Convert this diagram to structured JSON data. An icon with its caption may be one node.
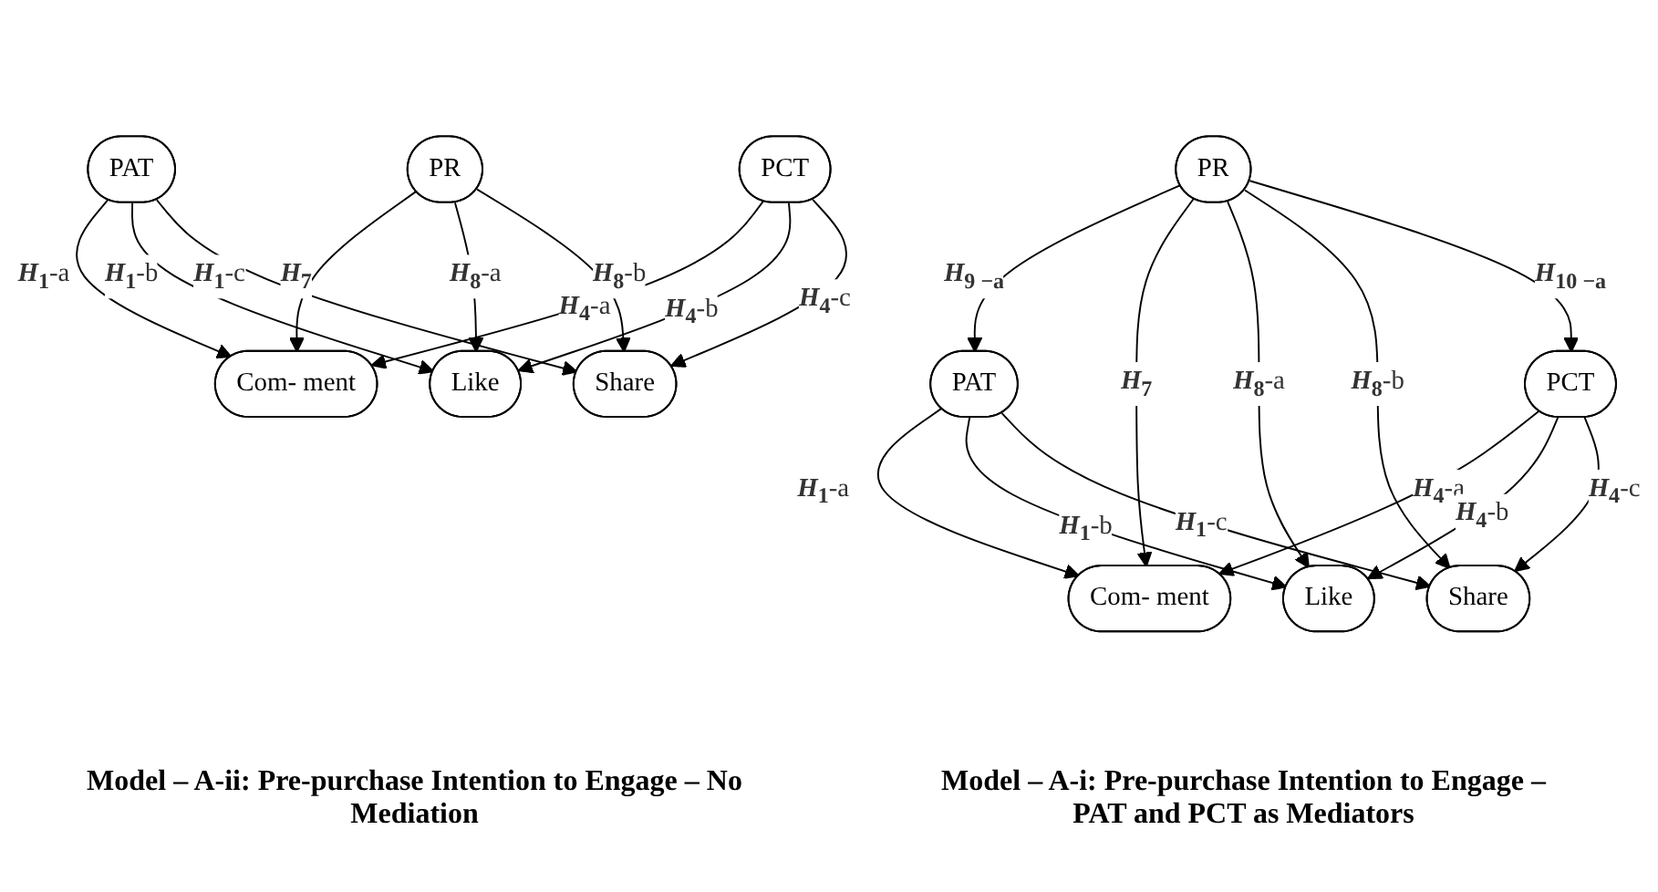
{
  "diagram": {
    "nodes": [
      {
        "text": [
          "PAT"
        ]
      },
      {
        "text": [
          "PR"
        ]
      },
      {
        "text": [
          "PCT"
        ]
      },
      {
        "text": [
          "Com- ment"
        ]
      },
      {
        "text": [
          "Like"
        ]
      },
      {
        "text": [
          "Share"
        ]
      },
      {
        "text": [
          "PAT"
        ]
      },
      {
        "text": [
          "PR"
        ]
      },
      {
        "text": [
          "PCT"
        ]
      },
      {
        "text": [
          "Com- ment"
        ]
      },
      {
        "text": [
          "Like"
        ]
      },
      {
        "text": [
          "Share"
        ]
      }
    ],
    "edges": [
      {
        "from": 0,
        "to": 3,
        "arrow": "to",
        "label": "**H**$_{1}$-a"
      },
      {
        "from": 0,
        "to": 4,
        "arrow": "to",
        "label": "**H**$_{1}$-b"
      },
      {
        "from": 0,
        "to": 5,
        "arrow": "to",
        "label": "**H**$_{1}$-c"
      },
      {
        "from": 1,
        "to": 0,
        "arrow": "to",
        "label": "**H**$_{9 −a}$"
      },
      {
        "from": 1,
        "to": 3,
        "arrow": "to",
        "label": "**H**$_{7}$"
      },
      {
        "from": 1,
        "to": 4,
        "arrow": "to",
        "label": "**H**$_{8}$-a"
      },
      {
        "from": 1,
        "to": 5,
        "arrow": "to",
        "label": "**H**$_{8}$-b"
      },
      {
        "from": 1,
        "to": 2,
        "arrow": "to",
        "label": "**H**$_{10 −a}$"
      },
      {
        "from": 2,
        "to": 3,
        "arrow": "to",
        "label": "**H**$_{4}$-a"
      },
      {
        "from": 2,
        "to": 4,
        "arrow": "to",
        "label": "**H**$_{4}$-b"
      },
      {
        "from": 2,
        "to": 5,
        "arrow": "to",
        "label": "**H**$_{4}$-c"
      },
      {
        "from": 6,
        "to": 9,
        "arrow": "to",
        "label": "**H**$_{1}$-a"
      },
      {
        "from": 6,
        "to": 10,
        "arrow": "to",
        "label": "**H**$_{1}$-b"
      },
      {
        "from": 6,
        "to": 11,
        "arrow": "to",
        "label": "**H**$_{1}$-c"
      },
      {
        "from": 7,
        "to": 9,
        "arrow": "to",
        "label": "**H**$_{7}$"
      },
      {
        "from": 7,
        "to": 10,
        "arrow": "to",
        "label": "**H**$_{8}$-a"
      },
      {
        "from": 7,
        "to": 11,
        "arrow": "to",
        "label": "**H**$_{8}$-b"
      },
      {
        "from": 8,
        "to": 9,
        "arrow": "to",
        "label": "**H**$_{4}$-a"
      },
      {
        "from": 8,
        "to": 10,
        "arrow": "to",
        "label": "**H**$_{4}$-b"
      },
      {
        "from": 8,
        "to": 11,
        "arrow": "to",
        "label": "**H**$_{4}$-c"
      }
    ],
    "labels": [
      "Model – A-i: Pre-purchase Intention to Engage – PAT and PCT as Mediators",
      "Model – A-ii: Pre-purchase Intention to Engage – No Mediation"
    ]
  }
}
